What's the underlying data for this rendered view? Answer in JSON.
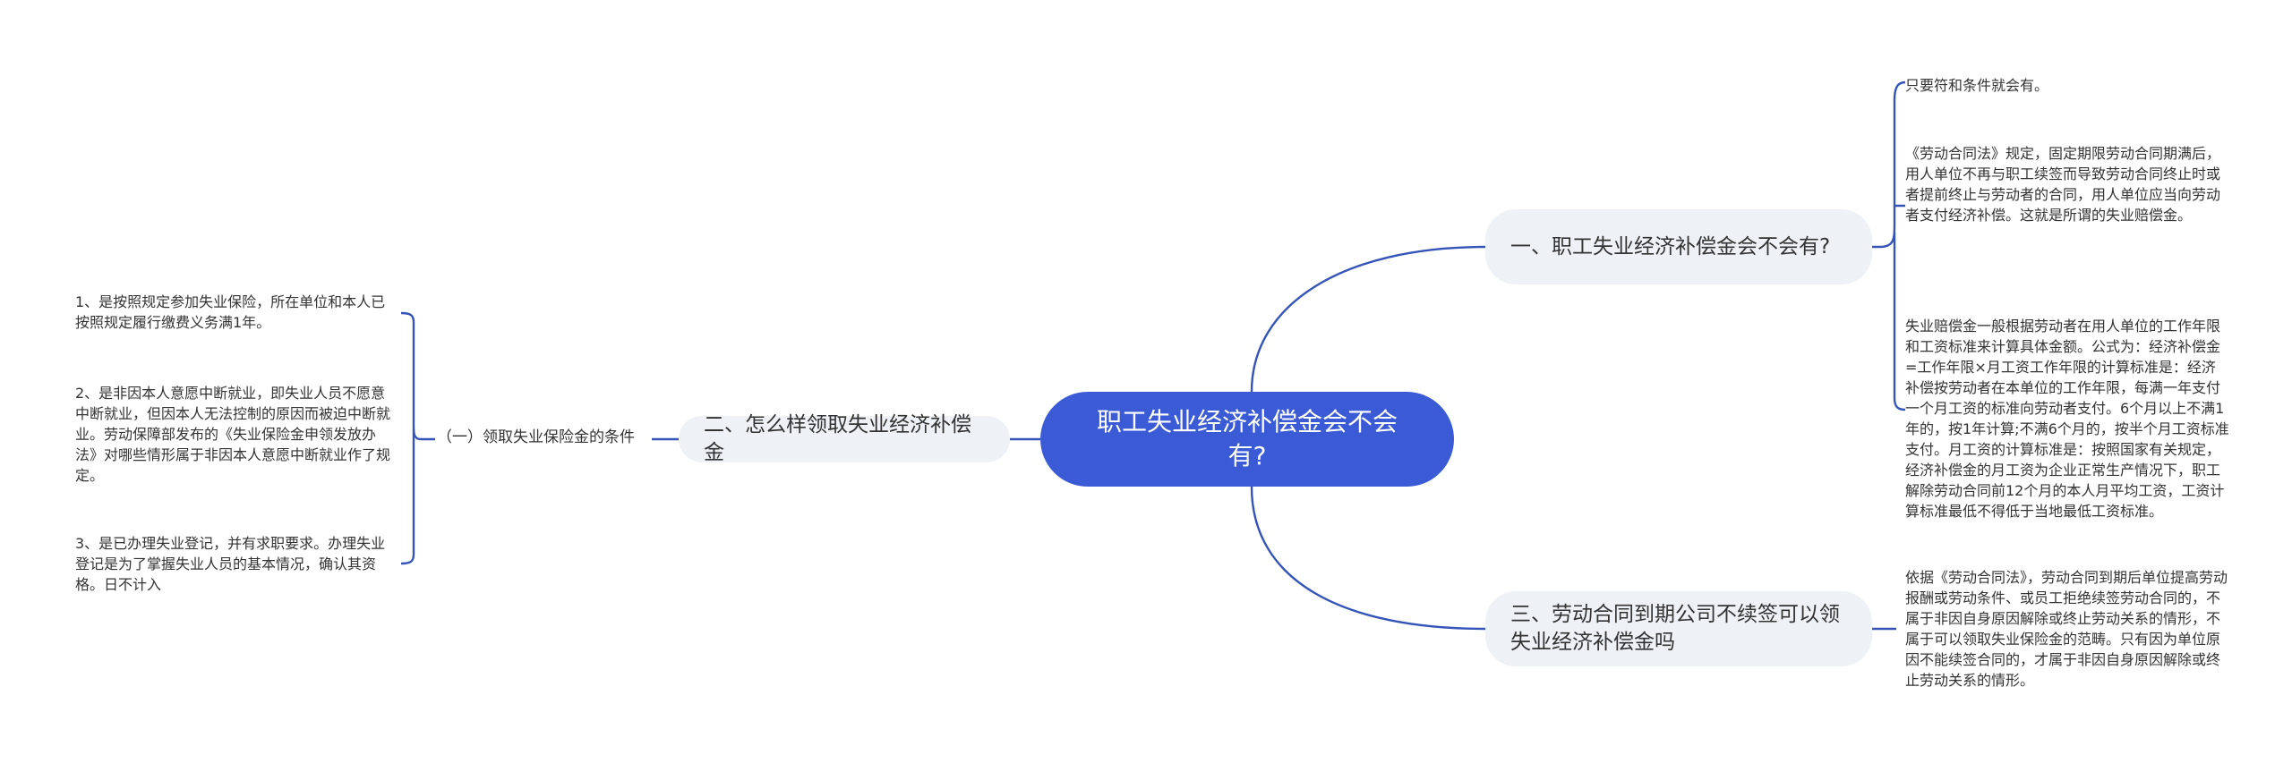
{
  "root": {
    "text": "职工失业经济补偿金会不会有?"
  },
  "branches": [
    {
      "text": "一、职工失业经济补偿金会不会有?",
      "leaves": [
        "只要符和条件就会有。",
        "《劳动合同法》规定，固定期限劳动合同期满后，用人单位不再与职工续签而导致劳动合同终止时或者提前终止与劳动者的合同，用人单位应当向劳动者支付经济补偿。这就是所谓的失业赔偿金。",
        "失业赔偿金一般根据劳动者在用人单位的工作年限和工资标准来计算具体金额。公式为：经济补偿金=工作年限×月工资工作年限的计算标准是：经济补偿按劳动者在本单位的工作年限，每满一年支付一个月工资的标准向劳动者支付。6个月以上不满1年的，按1年计算;不满6个月的，按半个月工资标准支付。月工资的计算标准是：按照国家有关规定，经济补偿金的月工资为企业正常生产情况下，职工解除劳动合同前12个月的本人月平均工资，工资计算标准最低不得低于当地最低工资标准。"
      ]
    },
    {
      "text": "二、怎么样领取失业经济补偿金",
      "sub": "（一）领取失业保险金的条件",
      "leaves": [
        "1、是按照规定参加失业保险，所在单位和本人已按照规定履行缴费义务满1年。",
        "2、是非因本人意愿中断就业，即失业人员不愿意中断就业，但因本人无法控制的原因而被迫中断就业。劳动保障部发布的《失业保险金申领发放办法》对哪些情形属于非因本人意愿中断就业作了规定。",
        "3、是已办理失业登记，并有求职要求。办理失业登记是为了掌握失业人员的基本情况，确认其资格。日不计入"
      ]
    },
    {
      "text": "三、劳动合同到期公司不续签可以领失业经济补偿金吗",
      "leaves": [
        "依据《劳动合同法》，劳动合同到期后单位提高劳动报酬或劳动条件、或员工拒绝续签劳动合同的，不属于非因自身原因解除或终止劳动关系的情形，不属于可以领取失业保险金的范畴。只有因为单位原因不能续签合同的，才属于非因自身原因解除或终止劳动关系的情形。"
      ]
    }
  ],
  "colors": {
    "root_bg": "#3b5bd6",
    "branch_bg": "#eef1f5",
    "line": "#3554b8"
  }
}
